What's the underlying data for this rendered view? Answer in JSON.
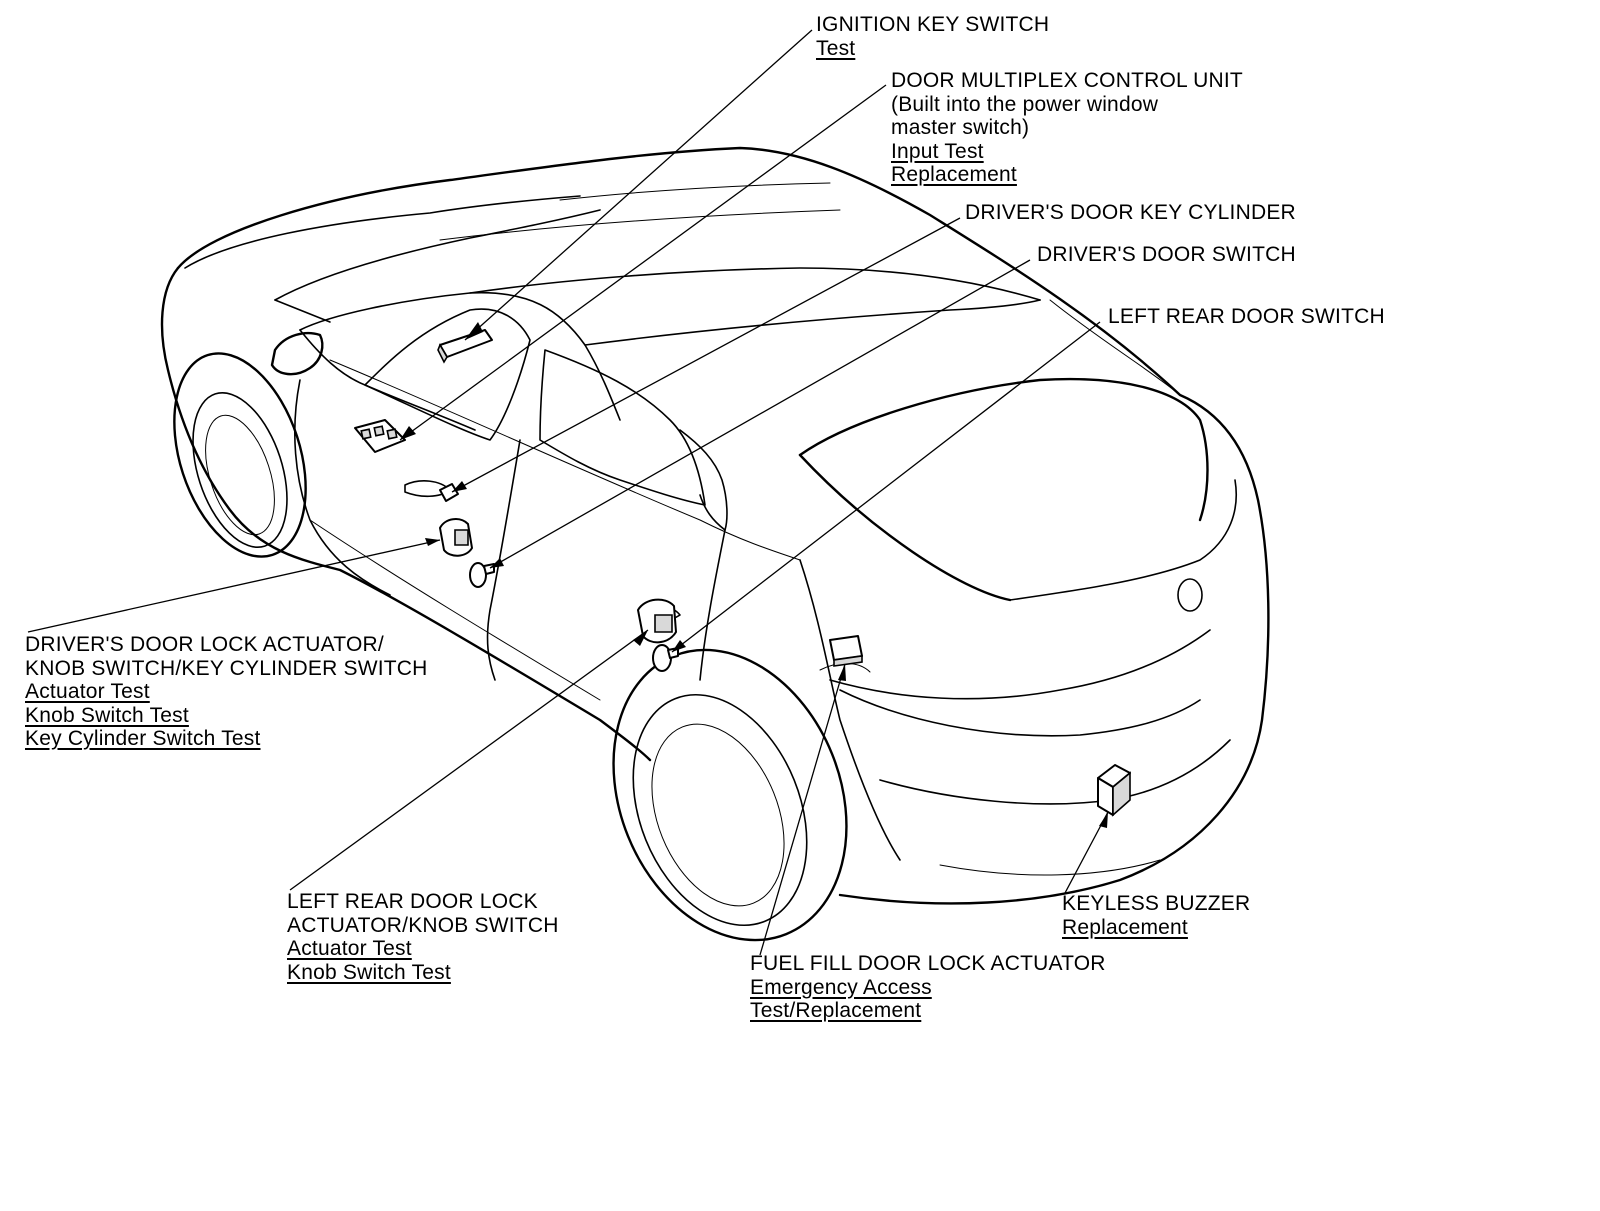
{
  "callouts": {
    "ignition_key_switch": {
      "title": [
        "IGNITION KEY SWITCH"
      ],
      "links": [
        "Test"
      ]
    },
    "door_multiplex_control_unit": {
      "title": [
        "DOOR MULTIPLEX CONTROL UNIT",
        "(Built into the power window",
        "master switch)"
      ],
      "links": [
        "Input Test",
        "Replacement"
      ]
    },
    "drivers_door_key_cylinder": {
      "title": [
        "DRIVER'S DOOR KEY CYLINDER"
      ],
      "links": []
    },
    "drivers_door_switch": {
      "title": [
        "DRIVER'S DOOR SWITCH"
      ],
      "links": []
    },
    "left_rear_door_switch": {
      "title": [
        "LEFT REAR DOOR SWITCH"
      ],
      "links": []
    },
    "drivers_door_lock_actuator": {
      "title": [
        "DRIVER'S DOOR LOCK ACTUATOR/",
        "KNOB SWITCH/KEY CYLINDER SWITCH"
      ],
      "links": [
        "Actuator Test",
        "Knob Switch Test",
        "Key Cylinder Switch Test"
      ]
    },
    "left_rear_door_lock_actuator": {
      "title": [
        "LEFT REAR DOOR LOCK",
        "ACTUATOR/KNOB SWITCH"
      ],
      "links": [
        "Actuator Test",
        "Knob Switch Test"
      ]
    },
    "fuel_fill_door_lock_actuator": {
      "title": [
        "FUEL FILL DOOR LOCK ACTUATOR"
      ],
      "links": [
        "Emergency Access",
        "Test/Replacement"
      ]
    },
    "keyless_buzzer": {
      "title": [
        "KEYLESS BUZZER"
      ],
      "links": [
        "Replacement"
      ]
    }
  }
}
